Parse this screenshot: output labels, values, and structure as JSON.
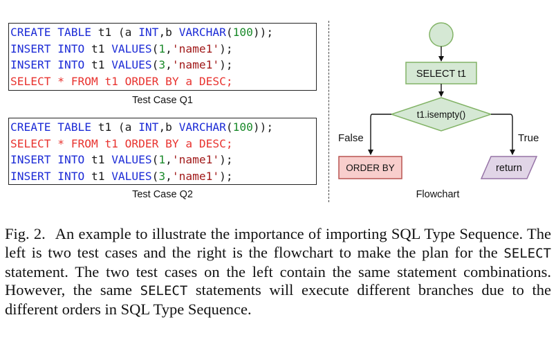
{
  "test_case_q1": {
    "caption": "Test Case Q1",
    "lines": [
      [
        {
          "t": "CREATE TABLE",
          "c": "kw"
        },
        {
          "t": " t1 (a ",
          "c": "pl"
        },
        {
          "t": "INT",
          "c": "kw"
        },
        {
          "t": ",b ",
          "c": "pl"
        },
        {
          "t": "VARCHAR",
          "c": "kw"
        },
        {
          "t": "(",
          "c": "pl"
        },
        {
          "t": "100",
          "c": "num"
        },
        {
          "t": "));",
          "c": "pl"
        }
      ],
      [
        {
          "t": "INSERT INTO",
          "c": "kw"
        },
        {
          "t": " t1 ",
          "c": "pl"
        },
        {
          "t": "VALUES",
          "c": "kw"
        },
        {
          "t": "(",
          "c": "pl"
        },
        {
          "t": "1",
          "c": "num"
        },
        {
          "t": ",",
          "c": "pl"
        },
        {
          "t": "'name1'",
          "c": "str"
        },
        {
          "t": ");",
          "c": "pl"
        }
      ],
      [
        {
          "t": "INSERT INTO",
          "c": "kw"
        },
        {
          "t": " t1 ",
          "c": "pl"
        },
        {
          "t": "VALUES",
          "c": "kw"
        },
        {
          "t": "(",
          "c": "pl"
        },
        {
          "t": "3",
          "c": "num"
        },
        {
          "t": ",",
          "c": "pl"
        },
        {
          "t": "'name1'",
          "c": "str"
        },
        {
          "t": ");",
          "c": "pl"
        }
      ],
      [
        {
          "t": "SELECT * FROM t1 ORDER BY a DESC;",
          "c": "red"
        }
      ]
    ]
  },
  "test_case_q2": {
    "caption": "Test Case Q2",
    "lines": [
      [
        {
          "t": "CREATE TABLE",
          "c": "kw"
        },
        {
          "t": " t1 (a ",
          "c": "pl"
        },
        {
          "t": "INT",
          "c": "kw"
        },
        {
          "t": ",b ",
          "c": "pl"
        },
        {
          "t": "VARCHAR",
          "c": "kw"
        },
        {
          "t": "(",
          "c": "pl"
        },
        {
          "t": "100",
          "c": "num"
        },
        {
          "t": "));",
          "c": "pl"
        }
      ],
      [
        {
          "t": "SELECT * FROM t1 ORDER BY a DESC;",
          "c": "red"
        }
      ],
      [
        {
          "t": "INSERT INTO",
          "c": "kw"
        },
        {
          "t": " t1 ",
          "c": "pl"
        },
        {
          "t": "VALUES",
          "c": "kw"
        },
        {
          "t": "(",
          "c": "pl"
        },
        {
          "t": "1",
          "c": "num"
        },
        {
          "t": ",",
          "c": "pl"
        },
        {
          "t": "'name1'",
          "c": "str"
        },
        {
          "t": ");",
          "c": "pl"
        }
      ],
      [
        {
          "t": "INSERT INTO",
          "c": "kw"
        },
        {
          "t": " t1 ",
          "c": "pl"
        },
        {
          "t": "VALUES",
          "c": "kw"
        },
        {
          "t": "(",
          "c": "pl"
        },
        {
          "t": "3",
          "c": "num"
        },
        {
          "t": ",",
          "c": "pl"
        },
        {
          "t": "'name1'",
          "c": "str"
        },
        {
          "t": ");",
          "c": "pl"
        }
      ]
    ]
  },
  "code_colors": {
    "kw": "#1c2bd6",
    "num": "#1a8a2a",
    "str": "#a11a1a",
    "red": "#e8332f",
    "pl": "#1a1a1a"
  },
  "flowchart": {
    "caption": "Flowchart",
    "select_node": "SELECT t1",
    "decision_node": "t1.isempty()",
    "false_label": "False",
    "true_label": "True",
    "order_node": "ORDER BY",
    "return_node": "return",
    "colors": {
      "start_fill": "#d5e8d4",
      "start_stroke": "#82b366",
      "select_fill": "#d5e8d4",
      "select_stroke": "#82b366",
      "decision_fill": "#d5e8d4",
      "decision_stroke": "#82b366",
      "order_fill": "#f8cecc",
      "order_stroke": "#b85450",
      "return_fill": "#e1d5e7",
      "return_stroke": "#9673a6"
    }
  },
  "figure_caption": {
    "label": "Fig. 2.",
    "parts": [
      {
        "t": "An example to illustrate the importance of importing SQL Type Sequence. The left is two test cases and the right is the flowchart to make the plan for the ",
        "mono": false
      },
      {
        "t": "SELECT",
        "mono": true
      },
      {
        "t": " statement. The two test cases on the left contain the same statement combinations. However, the same ",
        "mono": false
      },
      {
        "t": "SELECT",
        "mono": true
      },
      {
        "t": " statements will execute different branches due to the different orders in SQL Type Sequence.",
        "mono": false
      }
    ]
  }
}
